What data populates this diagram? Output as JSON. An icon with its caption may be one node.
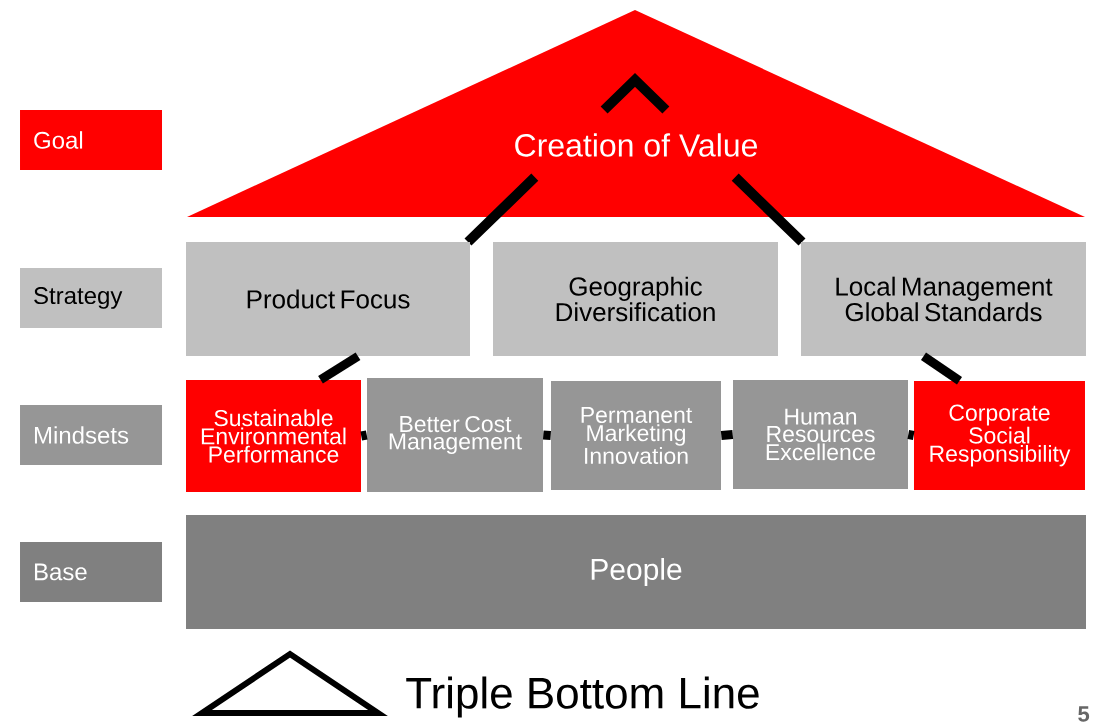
{
  "diagram": {
    "nodes": [
      {
        "text": [
          "Goal"
        ]
      },
      {
        "text": [
          "Strategy"
        ]
      },
      {
        "text": [
          "Mindsets"
        ]
      },
      {
        "text": [
          "Base"
        ]
      },
      {
        "text": [
          "Creation of Value"
        ]
      },
      {
        "text": [
          "Product Focus"
        ]
      },
      {
        "text": [
          "Geographic Diversification"
        ]
      },
      {
        "text": [
          "Local Management Global Standards"
        ]
      },
      {
        "text": [
          "Sustainable Environmental Performance"
        ]
      },
      {
        "text": [
          "Better Cost Management"
        ]
      },
      {
        "text": [
          "Permanent Marketing Innovation"
        ]
      },
      {
        "text": [
          "Human Resources Excellence"
        ]
      },
      {
        "text": [
          "Corporate Social Responsibility"
        ]
      },
      {
        "text": [
          "People"
        ]
      },
      {
        "text": [],
        "shape": "triangle",
        "beside": [
          "Triple Bottom Line"
        ]
      }
    ],
    "edges": [
      {
        "from": 8,
        "to": 9,
        "arrow": "none"
      },
      {
        "from": 9,
        "to": 10,
        "arrow": "none"
      },
      {
        "from": 10,
        "to": 11,
        "arrow": "none"
      },
      {
        "from": 11,
        "to": 12,
        "arrow": "none"
      },
      {
        "from": 8,
        "to": 5,
        "arrow": "none"
      },
      {
        "from": 12,
        "to": 7,
        "arrow": "none"
      }
    ],
    "labels": [
      "5"
    ]
  }
}
